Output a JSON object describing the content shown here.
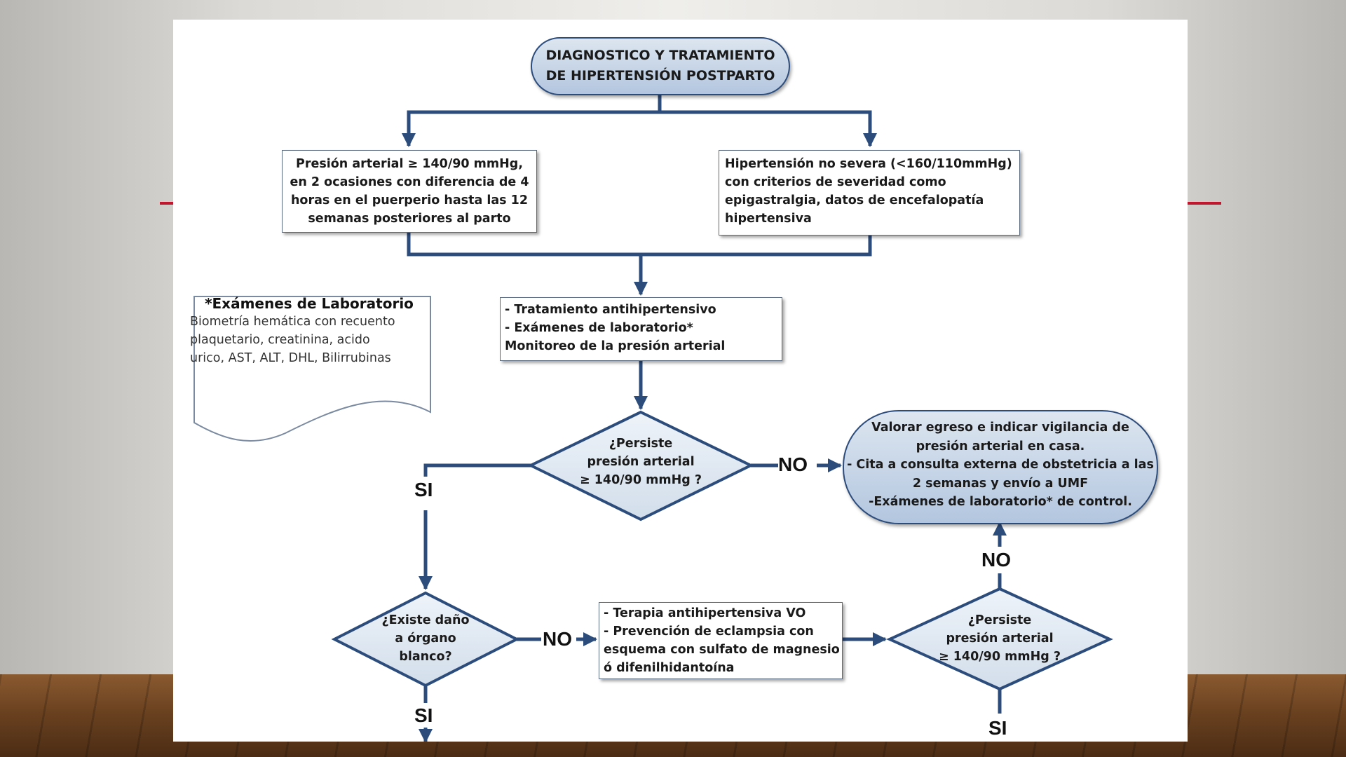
{
  "colors": {
    "flow_line": "#2c4c7c",
    "accent_line": "#c0172f",
    "shape_fill_light": "#dde6f0",
    "shape_fill_dark": "#b3c6df"
  },
  "title": {
    "line1": "DIAGNOSTICO Y TRATAMIENTO",
    "line2": "DE HIPERTENSIÓN POSTPARTO"
  },
  "box_left": {
    "line1": "Presión arterial ≥ 140/90 mmHg,",
    "line2": "en 2 ocasiones con diferencia de 4",
    "line3": "horas  en el puerperio  hasta las 12",
    "line4": "semanas posteriores al parto"
  },
  "box_right": {
    "line1": "Hipertensión no severa (<160/110mmHg)",
    "line2": "con criterios de severidad como",
    "line3": "epigastralgia, datos de encefalopatía",
    "line4": "hipertensiva"
  },
  "note": {
    "title": "*Exámenes de Laboratorio",
    "line1": "Biometría hemática con recuento",
    "line2": "plaquetario, creatinina, acido",
    "line3": "urico, AST, ALT, DHL, Bilirrubinas"
  },
  "treatment_box": {
    "line1": "- Tratamiento antihipertensivo",
    "line2": "- Exámenes de laboratorio*",
    "line3": "Monitoreo de la presión arterial"
  },
  "decision1": {
    "line1": "¿Persiste",
    "line2": "presión arterial",
    "line3": "≥ 140/90 mmHg ?"
  },
  "outcome_oval": {
    "line1": "Valorar egreso e indicar vigilancia de",
    "line2": "presión arterial en casa.",
    "line3": "- Cita a consulta externa de obstetricia a las",
    "line4": "2 semanas y envío a UMF",
    "line5": "-Exámenes de laboratorio* de control."
  },
  "decision2": {
    "line1": "¿Existe daño",
    "line2": "a  órgano",
    "line3": "blanco?"
  },
  "therapy_box": {
    "line1": "- Terapia antihipertensiva VO",
    "line2": "- Prevención de eclampsia con",
    "line3": "esquema con sulfato de magnesio",
    "line4": "ó difenilhidantoína"
  },
  "decision3": {
    "line1": "¿Persiste",
    "line2": "presión arterial",
    "line3": "≥ 140/90 mmHg ?"
  },
  "labels": {
    "si": "SI",
    "no": "NO"
  }
}
